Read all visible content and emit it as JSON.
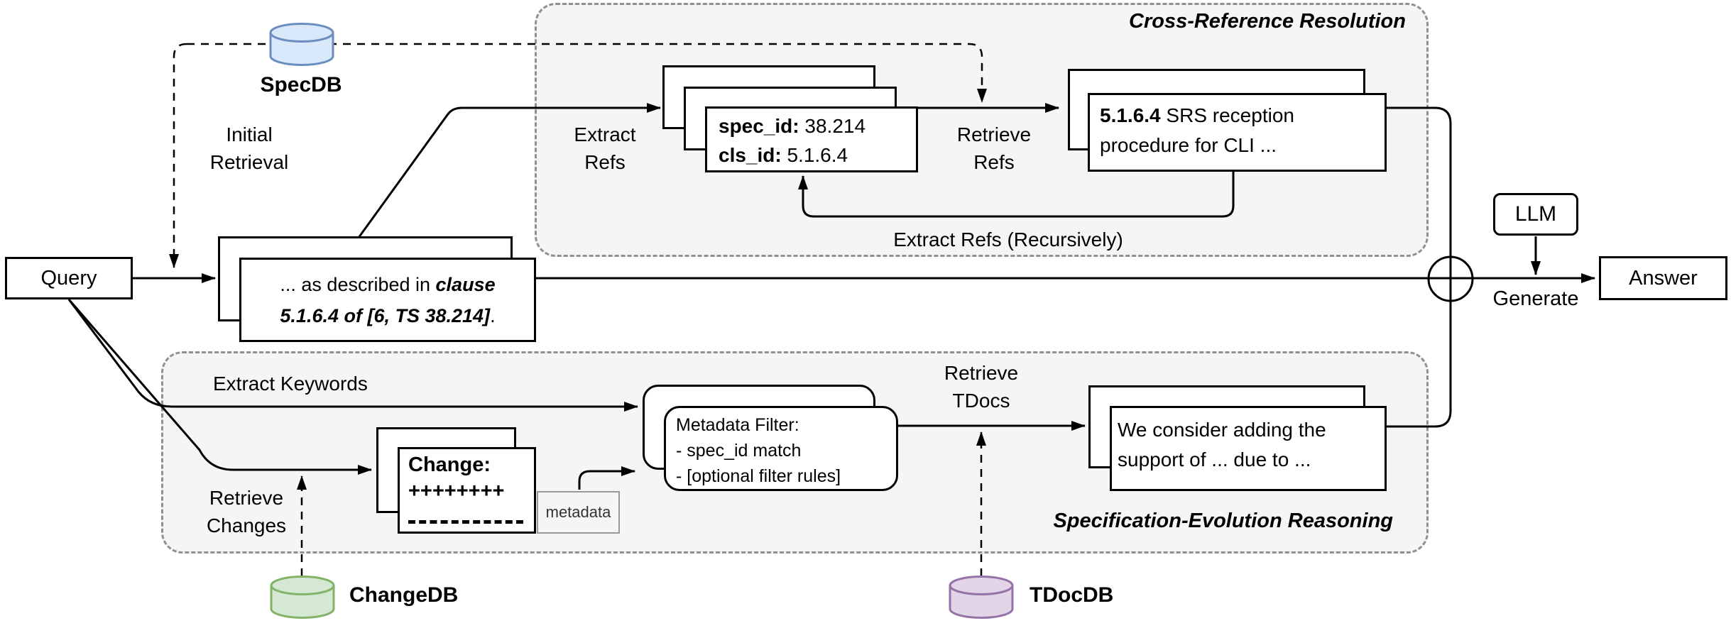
{
  "diagram": {
    "regions": {
      "cross_ref_title": "Cross-Reference Resolution",
      "spec_evo_title": "Specification-Evolution Reasoning"
    },
    "nodes": {
      "query": "Query",
      "llm": "LLM",
      "answer": "Answer",
      "clause_doc": {
        "line1_normal": "... as described in ",
        "line1_bold_italic": "clause",
        "line2_bold_italic": "5.1.6.4 of [6, TS 38.214]",
        "line2_normal": "."
      },
      "ref_id_doc": {
        "spec_label": "spec_id:",
        "spec_value": " 38.214",
        "cls_label": "cls_id:",
        "cls_value": " 5.1.6.4"
      },
      "clause_text_doc": {
        "line1_bold": "5.1.6.4",
        "line1_rest": " SRS reception",
        "line2": "procedure for CLI ..."
      },
      "change_doc": {
        "title": "Change:",
        "additions": "++++++++"
      },
      "metadata_tag": "metadata",
      "metadata_filter_doc": {
        "line1": "Metadata Filter:",
        "line2": "- spec_id match",
        "line3": "- [optional filter rules]"
      },
      "tdoc_doc": {
        "line1": "We consider adding the",
        "line2": "support of ... due to ..."
      }
    },
    "databases": {
      "spec_db": {
        "name": "SpecDB",
        "fill": "#dae8fc",
        "stroke": "#6c8ebf"
      },
      "change_db": {
        "name": "ChangeDB",
        "fill": "#d5e8d4",
        "stroke": "#82b366"
      },
      "tdoc_db": {
        "name": "TDocDB",
        "fill": "#e1d5e7",
        "stroke": "#9673a6"
      }
    },
    "edge_labels": {
      "initial_retrieval_line1": "Initial",
      "initial_retrieval_line2": "Retrieval",
      "extract_refs_line1": "Extract",
      "extract_refs_line2": "Refs",
      "retrieve_refs_line1": "Retrieve",
      "retrieve_refs_line2": "Refs",
      "extract_refs_recursively": "Extract Refs (Recursively)",
      "extract_keywords": "Extract Keywords",
      "retrieve_changes_line1": "Retrieve",
      "retrieve_changes_line2": "Changes",
      "retrieve_tdocs_line1": "Retrieve",
      "retrieve_tdocs_line2": "TDocs",
      "generate": "Generate"
    }
  }
}
